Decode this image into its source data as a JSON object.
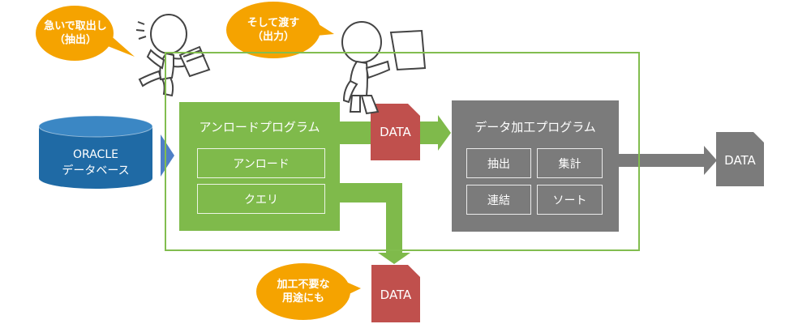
{
  "database": {
    "line1": "ORACLE",
    "line2": "データベース"
  },
  "unload_program": {
    "title": "アンロードプログラム",
    "items": [
      "アンロード",
      "クエリ"
    ]
  },
  "processing_program": {
    "title": "データ加工プログラム",
    "items": [
      "抽出",
      "集計",
      "連結",
      "ソート"
    ]
  },
  "data_files": {
    "middle": "DATA",
    "output": "DATA",
    "unused": "DATA"
  },
  "bubbles": {
    "hurry": {
      "line1": "急いで取出し",
      "line2": "（抽出）"
    },
    "pass": {
      "line1": "そして渡す",
      "line2": "（出力）"
    },
    "unneeded": {
      "line1": "加工不要な",
      "line2": "用途にも"
    }
  },
  "colors": {
    "green": "#7fba4b",
    "grey": "#7b7b7b",
    "red_data": "#c0504d",
    "db_blue": "#1f6aa5",
    "bubble_orange": "#f5a300"
  }
}
